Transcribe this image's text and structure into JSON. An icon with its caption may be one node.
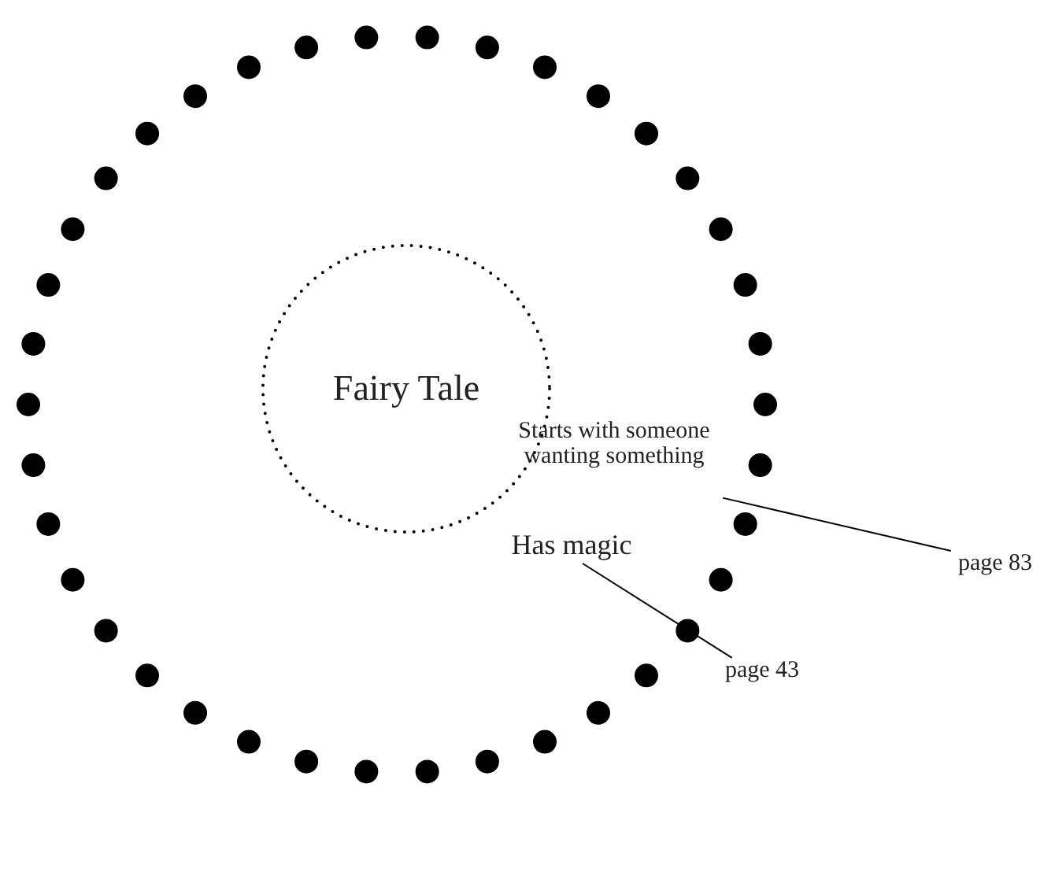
{
  "diagram": {
    "nodes": [
      {
        "text": [],
        "shape": "circle"
      },
      {
        "text": [
          "Fairy Tale"
        ],
        "in": 0
      },
      {
        "text": [
          "Starts with someone wanting something"
        ],
        "in": 0
      },
      {
        "text": [
          "Has magic"
        ],
        "in": 0
      },
      {
        "text": [
          "page 83"
        ]
      },
      {
        "text": [
          "page 43"
        ]
      }
    ],
    "edges": [
      {
        "from": 2,
        "to": 4,
        "arrow": "none"
      },
      {
        "from": 3,
        "to": 5,
        "arrow": "none"
      }
    ]
  }
}
